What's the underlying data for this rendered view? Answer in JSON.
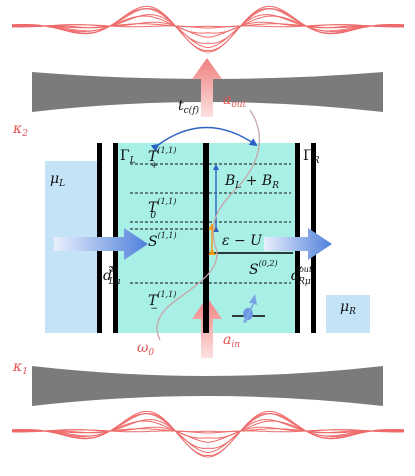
{
  "labels": {
    "kappa2": "κ",
    "kappa2_sub": "2",
    "kappa1": "κ",
    "kappa1_sub": "1",
    "a_out": "a",
    "a_out_sub": "out",
    "a_in": "a",
    "a_in_sub": "in",
    "omega0": "ω",
    "omega0_sub": "0",
    "t_cf": "t",
    "t_cf_sub": "c(f)",
    "gamma_L": "Γ",
    "gamma_L_sub": "L",
    "gamma_R": "Γ",
    "gamma_R_sub": "R",
    "mu_L": "μ",
    "mu_L_sub": "L",
    "mu_R": "μ",
    "mu_R_sub": "R",
    "d_in": "d̃",
    "d_in_sub": "Lμ",
    "d_in_sup": "in",
    "d_out": "d̃",
    "d_out_sub": "Rμ",
    "d_out_sup": "out",
    "T_plus": "T",
    "T_plus_sub": "+",
    "T_zero": "T",
    "T_zero_sub": "0",
    "T_minus": "T",
    "T_minus_sub": "−",
    "S_11": "S",
    "sup_11": "(1,1)",
    "S_02": "S",
    "sup_02": "(0,2)",
    "BL_BR": "B",
    "BL_sub": "L",
    "plus": " + ",
    "BR_sub": "R",
    "eps_U": "ε − U"
  },
  "colors": {
    "dot_fill": "#a8efe6",
    "reservoir_fill": "#c4e3f7",
    "mirror": "#7b7b7b",
    "wave": "#ee6a6a",
    "photon_arrow": "#f38f8f",
    "coupling_blue": "#2c62c4",
    "energy_orange": "#f29a15",
    "electron_arrow": "#7aa3e6"
  }
}
